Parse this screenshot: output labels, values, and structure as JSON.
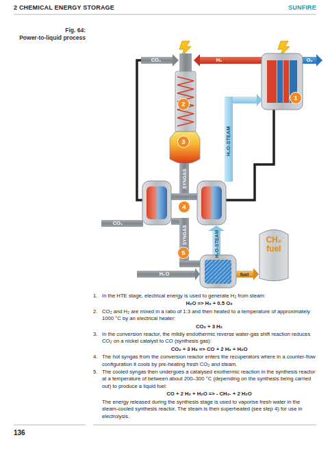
{
  "diagram": {
    "caption": "Power-to-liquid process",
    "nodes": [
      {
        "text": [
          "1"
        ]
      },
      {
        "text": [
          "2"
        ]
      },
      {
        "text": [
          "3"
        ]
      },
      {
        "text": [
          "4"
        ]
      },
      {
        "text": [
          "5"
        ]
      },
      {
        "text": [
          "CH₂ fuel"
        ]
      }
    ],
    "labels": [
      "2 CHEMICAL ENERGY STORAGE",
      "SUNFIRE",
      "Fig. 64:",
      "CO₂",
      "H₂",
      "O₂",
      "H₂O-STEAM",
      "SYNGAS",
      "CO₂",
      "SYNGAS",
      "H₂O-STEAM",
      "H₂O",
      "fuel",
      "1.",
      "In the HTE stage, electrical energy is used to generate H₂ from steam:",
      "H₂O => H₂ + 0.5 O₂",
      "2.",
      "CO₂ and H₂ are mixed in a ratio of 1:3 and then heated to a temperature of approximately 1000 °C by an electrical heater:",
      "CO₂ + 3 H₂",
      "3.",
      "In the conversion reactor, the mildly endothermic reverse water-gas shift reaction reduces CO₂ on a nickel catalyst to CO (synthesis gas):",
      "CO₂ + 3 H₂ => CO + 2 H₂ + H₂O",
      "4.",
      "The hot syngas from the conversion reactor enters the recuperators where in a counter-flow configuration it cools by pre-heating fresh CO₂ and steam.",
      "5.",
      "The cooled syngas then undergoes a catalysed exothermic reaction in the synthesis reactor at a temperature of between about 200–300 °C (depending on the synthesis being carried out) to produce a liquid fuel:",
      "CO + 2 H₂ + H₂O => - CH₂- + 2 H₂O",
      "The energy released during the synthesis stage is used to vaporise fresh water in the steam-cooled synthesis reactor. The steam is then superheated (see step 4) for use in electrolysis.",
      "136"
    ]
  }
}
